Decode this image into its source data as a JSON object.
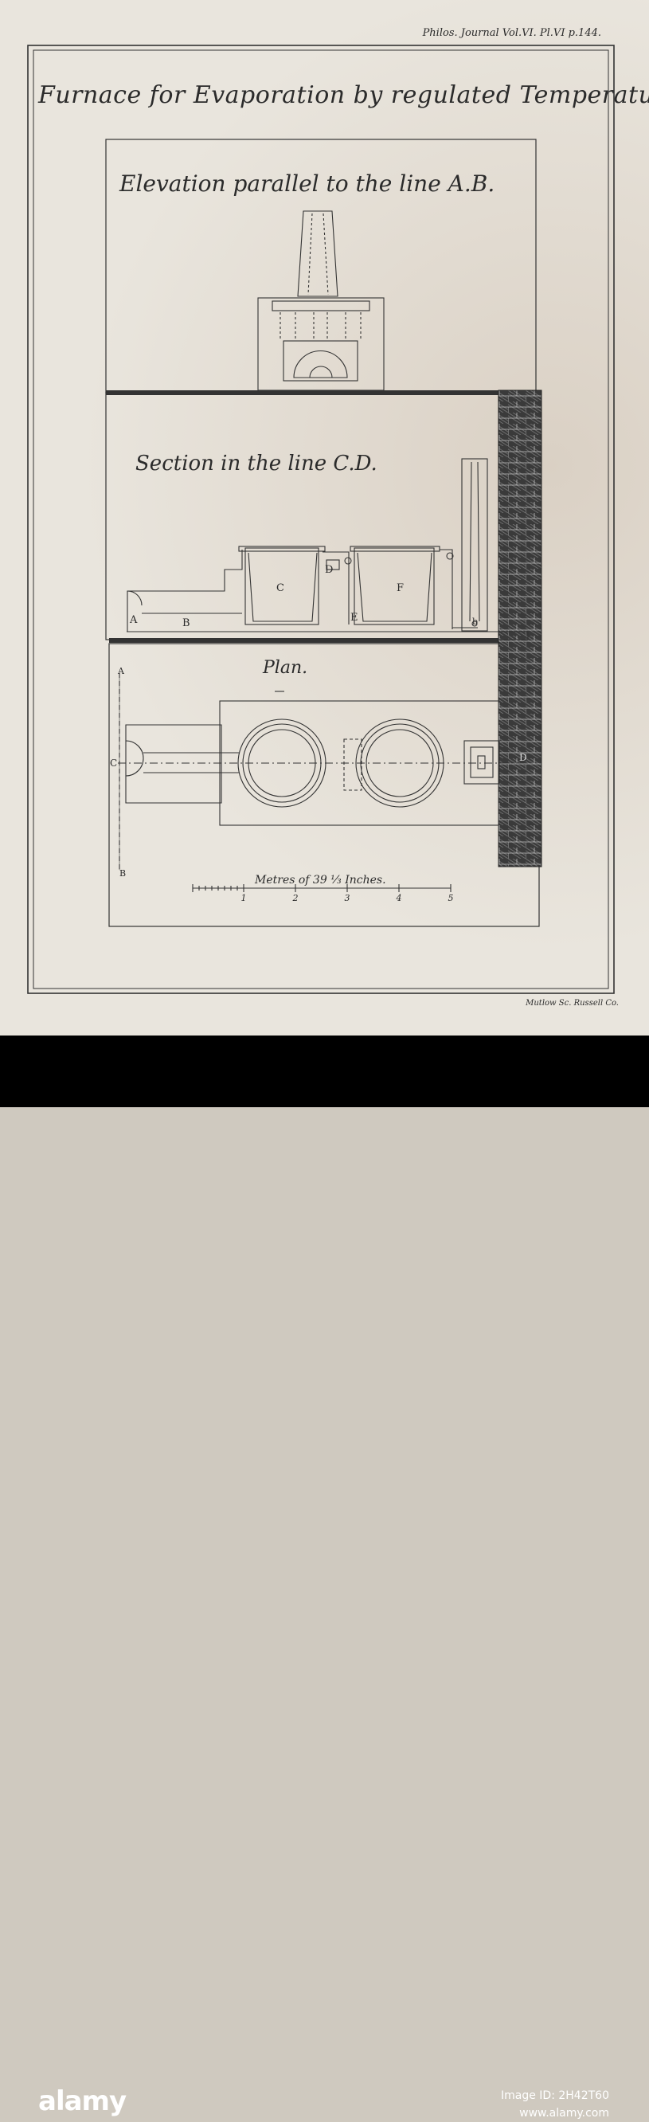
{
  "plate": {
    "reference": "Philos. Journal Vol.VI. Pl.VI p.144.",
    "title": "Furnace for Evaporation by regulated Temperature.",
    "engraver": "Mutlow Sc. Russell Co."
  },
  "views": {
    "elevation_title": "Elevation parallel to the line A.B.",
    "section_title": "Section in the line C.D.",
    "plan_title": "Plan."
  },
  "labels": {
    "A": "A",
    "B": "B",
    "C": "C",
    "D": "D",
    "E": "E",
    "F": "F",
    "b": "b"
  },
  "scale": {
    "title": "Metres of 39 ⅓ Inches.",
    "ticks": [
      "1",
      "2",
      "3",
      "4",
      "5"
    ]
  },
  "watermark": {
    "logo": "alamy",
    "image_id": "Image ID: 2H42T60",
    "site": "www.alamy.com"
  },
  "colors": {
    "paper": "#e9e5dd",
    "ink": "#2b2b2b",
    "brick": "#3a3a3a"
  }
}
